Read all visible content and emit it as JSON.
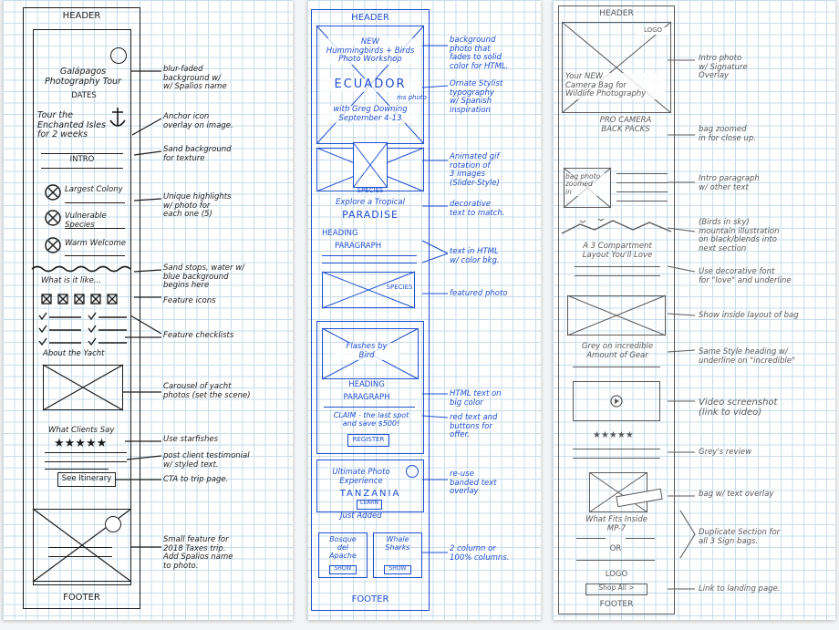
{
  "sheet1": {
    "header": "HEADER",
    "footer": "FOOTER",
    "hero_title": "Galápagos\nPhotography Tour",
    "hero_dates": "DATES",
    "tour_text": "Tour the\nEnchanted Isles\nfor 2 weeks",
    "intro": "INTRO",
    "highlights": [
      "Largest Colony",
      "Vulnerable Species",
      "Warm Welcome"
    ],
    "what_is_it": "What is it like...",
    "about": "About the Yacht",
    "clients_say": "What Clients Say",
    "cta": "See Itinerary",
    "notes": {
      "blur": "blur-faded\nbackground w/\nw/ Spalios name",
      "anchor": "Anchor icon\noverlay on image.",
      "sand": "Sand background\nfor texture",
      "highlights": "Unique highlights\nw/ photo for\neach one (5)",
      "sand2": "Sand stops, water w/\nblue background\nbegins here",
      "feature_icons": "Feature icons",
      "checklists": "Feature checklists",
      "carousel": "Carousel of yacht\nphotos (set the scene)",
      "starfishes": "Use starfishes",
      "testimonial": "post client testimonial\nw/ styled text.",
      "cta": "CTA to trip page.",
      "small_feature": "Small feature for\n2018 Taxes trip.\nAdd Spalios name\nto photo."
    }
  },
  "sheet2": {
    "header": "HEADER",
    "footer": "FOOTER",
    "hero_text": "NEW\nHummingbirds + Birds\nPhoto Workshop",
    "country": "ECUADOR",
    "hero_date": "with Greg Downing\nSeptember 4-13",
    "ms_photo": "ms photo",
    "species": "SPECIES",
    "explore": "Explore a Tropical",
    "paradise": "PARADISE",
    "heading": "HEADING",
    "paragraph": "PARAGRAPH",
    "species2": "SPECIES",
    "flash_title": "Flashes by\nBird",
    "heading2": "HEADING",
    "paragraph2": "PARAGRAPH",
    "claim": "CLAIM - the last spot\nand save $500!",
    "register": "REGISTER",
    "ultimate": "Ultimate Photo\nExperience",
    "tanzania": "TANZANIA",
    "learn": "LEARN",
    "just_added": "Just Added",
    "col1": "Bosque\ndel\nApache",
    "col2": "Whale\nSharks",
    "col_btn": "SHOW",
    "notes": {
      "bg_photo": "background\nphoto that\nfades to solid\ncolor for HTML.",
      "ornate": "Ornate Stylist\ntypography\nw/ Spanish\ninspiration",
      "animated": "Animated gif\nrotation of\n3 images\n(Slider-Style)",
      "decorative": "decorative\ntext to match.",
      "html_text": "text in HTML\nw/ color bkg.",
      "featured": "featured photo",
      "html_big": "HTML text on\nbig color",
      "red_text": "red text and\nbuttons for\noffer.",
      "banded": "re-use\nbanded text\noverlay",
      "columns": "2 column or\n100% columns."
    }
  },
  "sheet3": {
    "header": "HEADER",
    "footer": "FOOTER",
    "logo": "LOGO",
    "hero_text": "Your NEW\nCamera Bag for\nWildlife Photography",
    "pro": "PRO CAMERA\nBACK PACKS",
    "bag_photo": "bag photo\nzoomed\nin",
    "compartment": "A 3 Compartment\nLayout You'll Love",
    "grey": "Grey on incredible\nAmount of Gear",
    "whats_inside": "What Fits Inside\nMP-7",
    "or": "OR",
    "logo2": "LOGO",
    "shop": "Shop All >",
    "notes": {
      "intro_photo": "Intro photo\nw/ Signature\nOverlay",
      "bag_zoomed": "bag zoomed\nin for close up.",
      "intro_para": "Intro paragraph\nw/ other text",
      "birds": "(Birds in sky)\nmountain illustration\non black/blends into\nnext section",
      "decorative": "Use decorative font\nfor \"love\" and underline",
      "inside": "Show inside layout of bag",
      "same_style": "Same Style heading w/\nunderline on \"incredible\"",
      "video": "Video screenshot\n(link to video)",
      "review": "Grey's review",
      "overlay": "bag w/ text overlay",
      "duplicate": "Duplicate Section for\nall 3 Sign bags.",
      "landing": "Link to landing page."
    }
  }
}
